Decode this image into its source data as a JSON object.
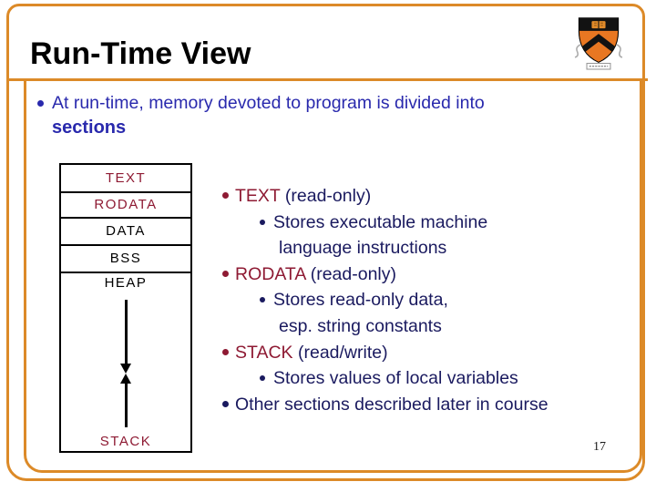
{
  "colors": {
    "frame-orange": "#dc8a28",
    "princeton-orange": "#e87722",
    "maroon": "#8e1a33",
    "intro-blue": "#2929ad",
    "body-navy": "#1a1a5f"
  },
  "header": {
    "title": "Run-Time View",
    "logo": "princeton-shield"
  },
  "intro": {
    "lead": "At run-time, memory devoted to program is divided into",
    "emphasis": "sections"
  },
  "diagram": {
    "sections": [
      "TEXT",
      "RODATA",
      "DATA",
      "BSS",
      "HEAP",
      "STACK"
    ]
  },
  "points": [
    {
      "term": "TEXT",
      "suffix": " (read-only)"
    },
    {
      "text": "Stores executable machine"
    },
    {
      "text": "language instructions"
    },
    {
      "term": "RODATA",
      "suffix": " (read-only)"
    },
    {
      "text": "Stores read-only data,"
    },
    {
      "text": "esp. string constants"
    },
    {
      "term": "STACK",
      "suffix": " (read/write)"
    },
    {
      "text": "Stores values of local variables"
    },
    {
      "text": "Other sections described later in course"
    }
  ],
  "footer": {
    "slide_number": "17"
  }
}
